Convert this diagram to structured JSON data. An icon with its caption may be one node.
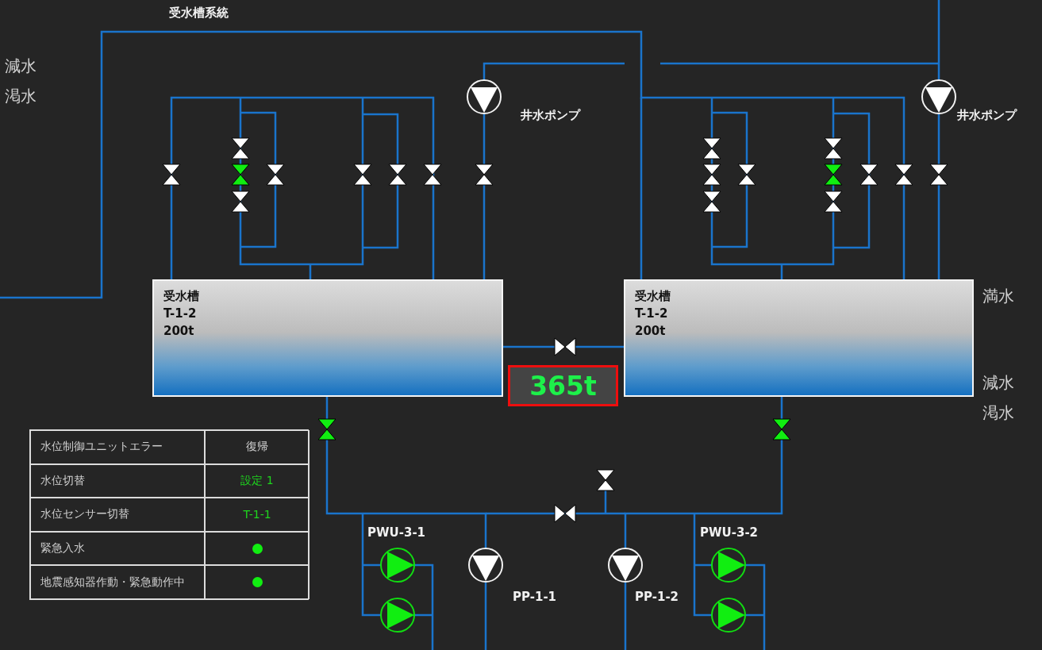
{
  "diagram": {
    "nodes": [
      {
        "text": [],
        "shape": "circle",
        "beside": [
          "井水ポンプ"
        ]
      },
      {
        "text": [],
        "shape": "circle",
        "beside": [
          "井水ポンプ"
        ]
      },
      {
        "text": [],
        "shape": "valve"
      },
      {
        "text": [],
        "shape": "valve"
      },
      {
        "text": [
          "受水槽",
          "T-1-2",
          "200t"
        ]
      },
      {
        "text": [
          "受水槽",
          "T-1-2",
          "200t"
        ],
        "beside": [
          "満水",
          "減水",
          "渇水"
        ]
      },
      {
        "text": [],
        "shape": "valve"
      },
      {
        "text": [
          "365t"
        ]
      },
      {
        "text": [],
        "shape": "valve"
      },
      {
        "text": [],
        "shape": "valve"
      },
      {
        "text": [],
        "shape": "circle",
        "beside": [
          "PP-1-1"
        ]
      },
      {
        "text": [],
        "shape": "circle",
        "beside": [
          "PP-1-2"
        ]
      }
    ],
    "edges": [
      {
        "from": 0,
        "to": 2,
        "arrow": "none"
      },
      {
        "from": 2,
        "to": 4,
        "arrow": "none"
      },
      {
        "from": 1,
        "to": 3,
        "arrow": "none"
      },
      {
        "from": 3,
        "to": 5,
        "arrow": "none"
      },
      {
        "from": 4,
        "to": 6,
        "arrow": "none"
      },
      {
        "from": 6,
        "to": 5,
        "arrow": "none"
      },
      {
        "from": 4,
        "to": 8,
        "arrow": "none"
      },
      {
        "from": 8,
        "to": 10,
        "arrow": "none"
      },
      {
        "from": 5,
        "to": 9,
        "arrow": "none"
      },
      {
        "from": 9,
        "to": 11,
        "arrow": "none"
      }
    ],
    "labels": [
      "受水槽系統",
      "減水",
      "渇水",
      "PWU-3-1",
      "PWU-3-2",
      "水位制御ユニットエラー",
      "復帰",
      "水位切替",
      "設定 1",
      "水位センサー切替",
      "T-1-1",
      "緊急入水",
      "地震感知器作動・緊急動作中"
    ]
  }
}
